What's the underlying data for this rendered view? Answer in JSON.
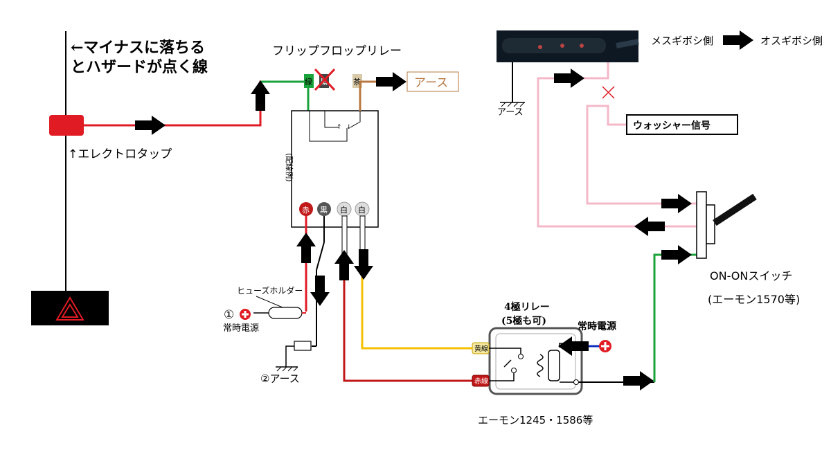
{
  "labels": {
    "minus_line_1": "←マイナスに落ちる",
    "minus_line_2": "とハザードが点く線",
    "electro_tap": "↑エレクトロタップ",
    "flipflop_relay": "フリップフロップリレー",
    "earth_box": "アース",
    "wiring_example": "(配線例)",
    "fuse_holder": "ヒューズホルダー",
    "constant_power_num": "①",
    "constant_power": "常時電源",
    "earth_2": "②アース",
    "relay4_title_1": "4極リレー",
    "relay4_title_2": "(5極も可)",
    "relay_constant_power": "常時電源",
    "yellow_wire": "黄線",
    "red_wire": "赤線",
    "amon_relay": "エーモン1245・1586等",
    "stalk_earth": "アース",
    "female_side": "メスギボシ側",
    "male_side": "オスギボシ側",
    "washer_signal": "ウォッシャー信号",
    "onon_switch": "ON-ONスイッチ",
    "onon_switch_model": "(エーモン1570等)"
  },
  "terminals": {
    "top_green": "緑",
    "top_black": "黒",
    "top_brown": "茶",
    "bottom_red": "赤",
    "bottom_black": "黒",
    "bottom_white1": "白",
    "bottom_white2": "白"
  },
  "colors": {
    "red_wire": "#e01b24",
    "green_wire": "#1aa33a",
    "brown_wire": "#b87840",
    "pink_wire": "#f4b8c8",
    "yellow_wire": "#f5c000",
    "black_wire": "#000000",
    "blue_wire": "#1030c0"
  },
  "icons": [
    "hazard-switch-icon",
    "electro-tap-icon",
    "plus-icon",
    "arrow-icon",
    "ground-icon",
    "relay-coil-icon",
    "x-mark-icon",
    "turn-stalk-icon",
    "toggle-switch-icon"
  ]
}
